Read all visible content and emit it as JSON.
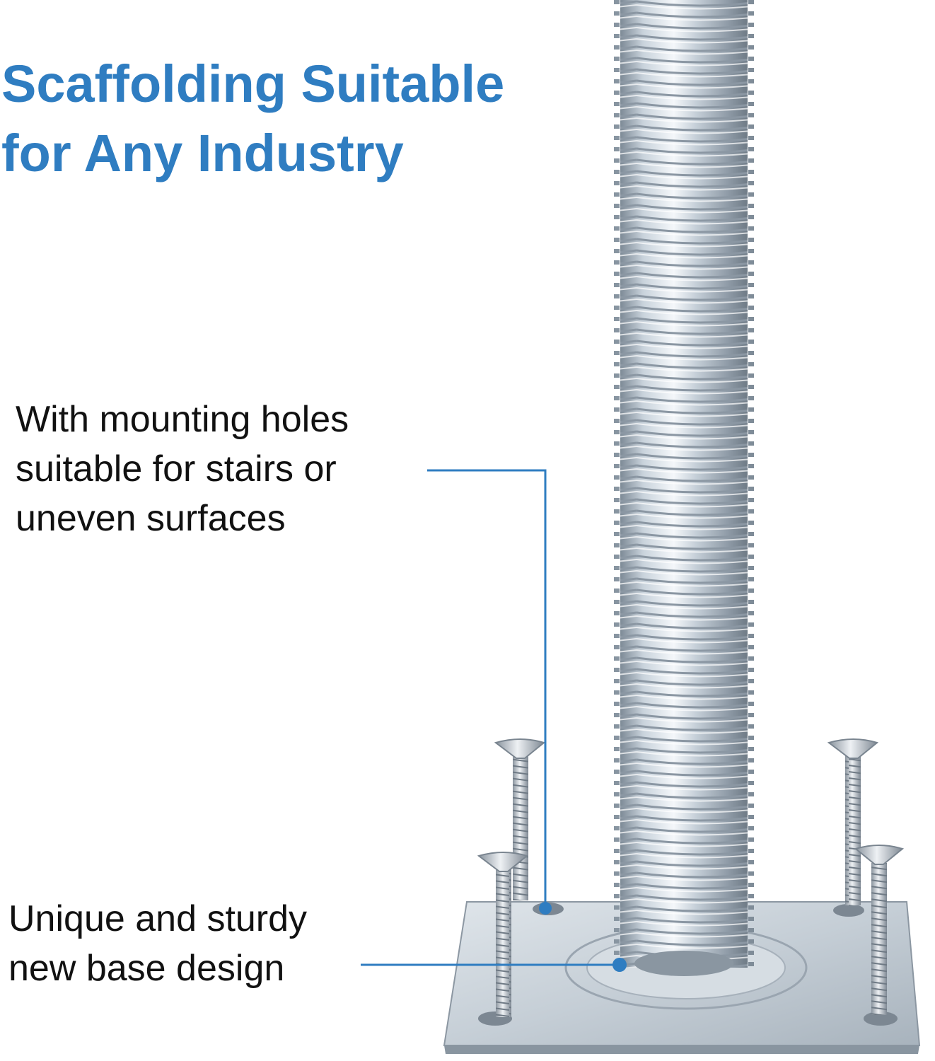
{
  "headline": {
    "line1": "Scaffolding Suitable",
    "line2": "for Any Industry"
  },
  "callouts": [
    {
      "lines": [
        "With mounting holes",
        "suitable for stairs or",
        "uneven surfaces"
      ]
    },
    {
      "lines": [
        "Unique and sturdy",
        "new base design"
      ]
    }
  ],
  "colors": {
    "accent": "#2f7dc1",
    "text": "#111111",
    "steel": "#b9c3cc"
  }
}
